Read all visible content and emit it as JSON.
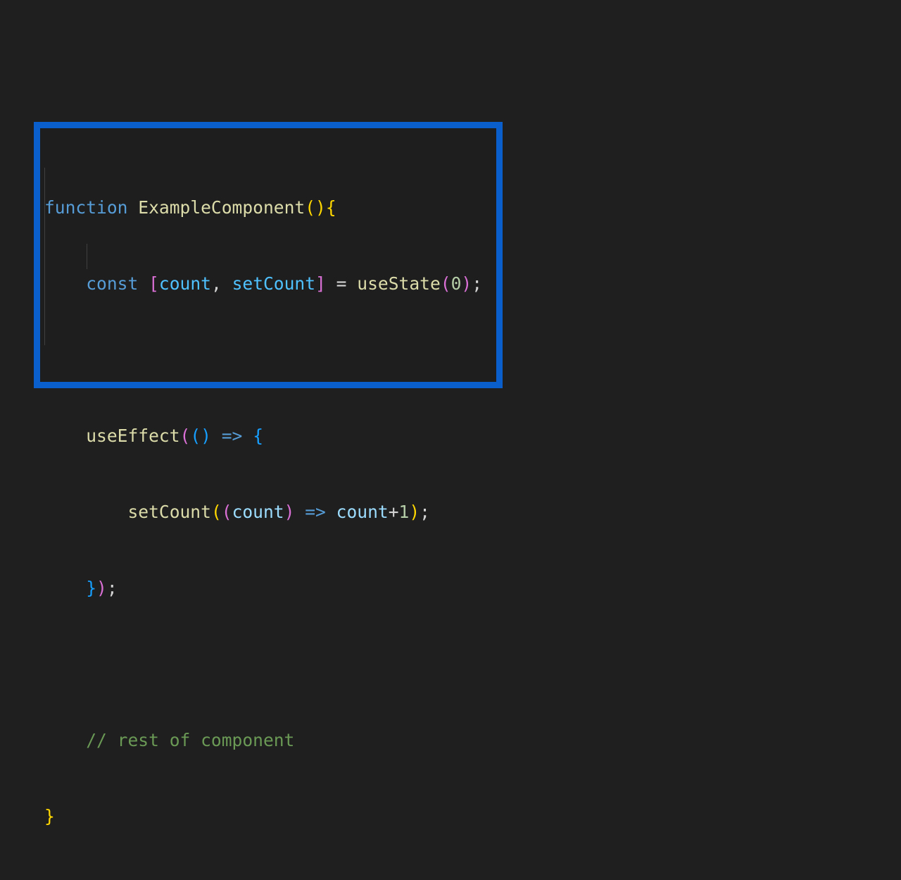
{
  "code_block": {
    "language": "javascript",
    "border_color": "#0a5fcc",
    "background": "#1e1e1e",
    "lines": [
      "function ExampleComponent(){",
      "    const [count, setCount] = useState(0);",
      "",
      "    useEffect(() => {",
      "        setCount((count) => count+1);",
      "    });",
      "",
      "    // rest of component",
      "}"
    ],
    "tokens": {
      "l1": {
        "kw": "function",
        "name": "ExampleComponent",
        "open": "(",
        "close": ")",
        "brace": "{"
      },
      "l2": {
        "kw": "const",
        "lb": "[",
        "v1": "count",
        "comma": ",",
        "v2": "setCount",
        "rb": "]",
        "eq": "=",
        "fn": "useState",
        "op": "(",
        "num": "0",
        "cp": ")",
        "semi": ";"
      },
      "l4": {
        "fn": "useEffect",
        "op1": "(",
        "op2": "(",
        "cp2": ")",
        "arrow": "=>",
        "brace": "{"
      },
      "l5": {
        "fn": "setCount",
        "op1": "(",
        "op2": "(",
        "param": "count",
        "cp2": ")",
        "arrow": "=>",
        "v": "count",
        "plus": "+",
        "num": "1",
        "cp1": ")",
        "semi": ";"
      },
      "l6": {
        "brace": "}",
        "cp": ")",
        "semi": ";"
      },
      "l8": {
        "comment": "// rest of component"
      },
      "l9": {
        "brace": "}"
      }
    }
  },
  "colors": {
    "keyword": "#569cd6",
    "function": "#dcdcaa",
    "variable": "#9cdcfe",
    "constant": "#4fc1ff",
    "number": "#b5cea8",
    "comment": "#6a9955",
    "bracket_level1": "#ffd700",
    "bracket_level2": "#da70d6",
    "bracket_level3": "#179fff"
  }
}
